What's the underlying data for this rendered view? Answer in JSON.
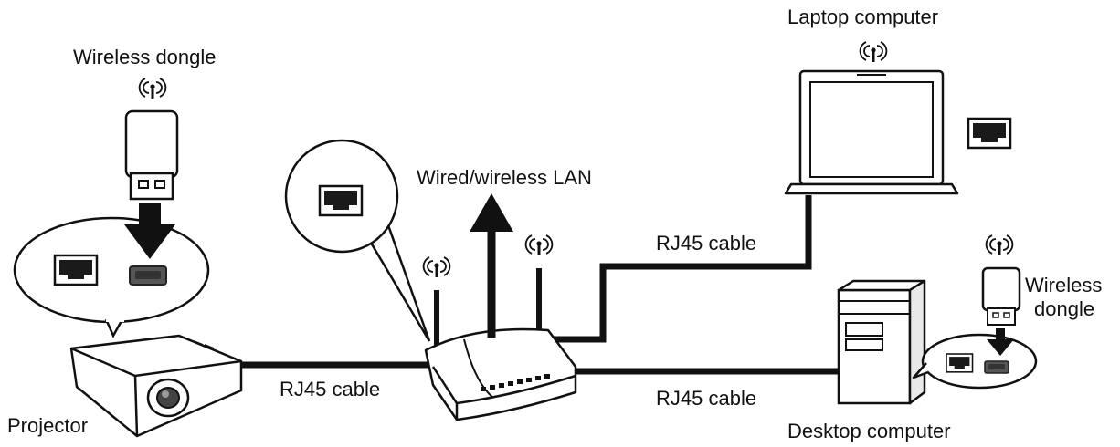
{
  "labels": {
    "wireless_dongle_top": "Wireless dongle",
    "laptop": "Laptop computer",
    "lan": "Wired/wireless LAN",
    "rj45_laptop": "RJ45 cable",
    "rj45_projector": "RJ45 cable",
    "rj45_desktop": "RJ45 cable",
    "projector": "Projector",
    "desktop": "Desktop computer",
    "wireless_dongle_right_line1": "Wireless",
    "wireless_dongle_right_line2": "dongle"
  },
  "colors": {
    "line": "#111111",
    "fill": "#ffffff",
    "port": "#1a1a1a",
    "usb_port": "#555555",
    "body_shade": "#e9e9e9"
  },
  "icons": [
    "wireless-signal-icon",
    "ethernet-port-icon",
    "usb-port-icon",
    "arrow-down-icon",
    "arrow-up-icon"
  ]
}
